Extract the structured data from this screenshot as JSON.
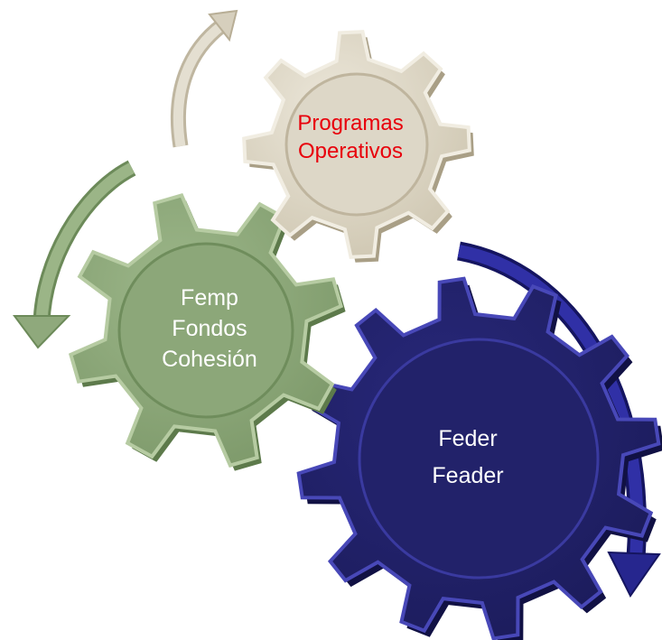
{
  "diagram": {
    "gears": [
      {
        "id": "programas",
        "lines": [
          "Programas",
          "Operativos"
        ],
        "fill": "#dcd6c6",
        "rim": "#b8ae96",
        "highlight": "#f3efe4",
        "text_color": "#e8000b"
      },
      {
        "id": "femp",
        "lines": [
          "Femp",
          "Fondos",
          "Cohesión"
        ],
        "fill": "#8fa97c",
        "rim": "#6c8a59",
        "highlight": "#bcd0a8",
        "text_color": "#ffffff"
      },
      {
        "id": "feder",
        "lines": [
          "Feder",
          "Feader"
        ],
        "fill": "#23236d",
        "rim": "#3b3ba8",
        "highlight": "#5a5acc",
        "text_color": "#ffffff"
      }
    ],
    "arrows": [
      {
        "id": "arrow-beige",
        "color": "#dcd6c6",
        "icon": "curved-arrow-up-icon"
      },
      {
        "id": "arrow-green",
        "color": "#8fa97c",
        "icon": "curved-arrow-down-icon"
      },
      {
        "id": "arrow-blue",
        "color": "#2a2a9a",
        "icon": "curved-arrow-down-icon"
      }
    ]
  }
}
